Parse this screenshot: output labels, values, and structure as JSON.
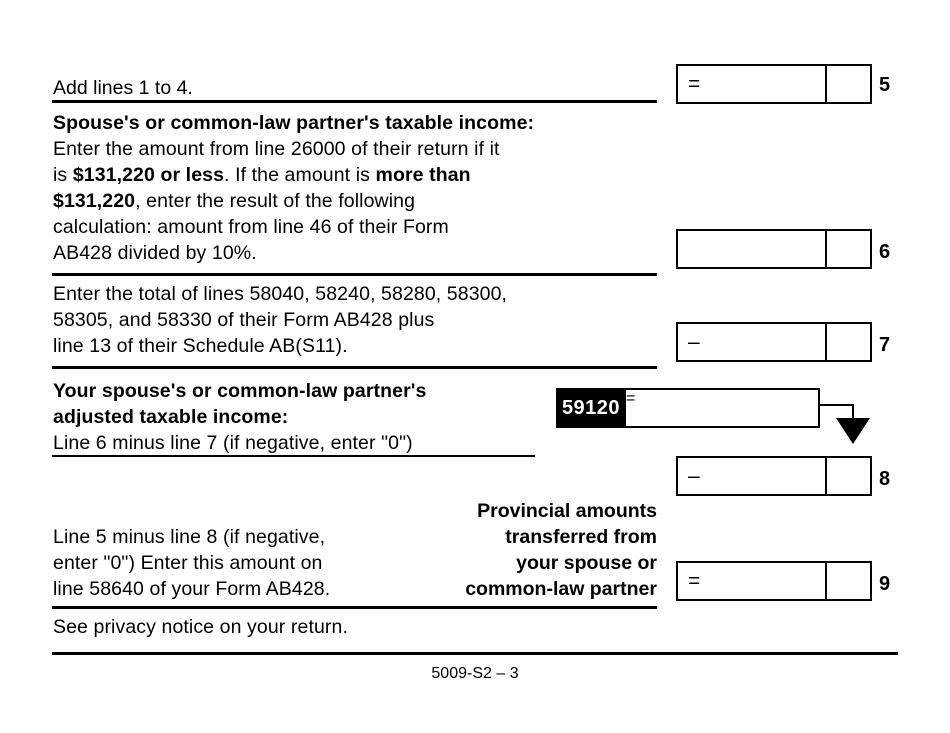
{
  "document": {
    "form_code": "5009-S2 – 3",
    "privacy_notice": "See privacy notice on your return."
  },
  "rows": {
    "line5": {
      "text": "Add lines 1 to 4.",
      "operator": "=",
      "number": "5"
    },
    "line6": {
      "heading": "Spouse's or common-law partner's taxable income:",
      "body_1": "Enter the amount from line 26000 of their return if it",
      "body_2_pre": "is ",
      "body_2_bold": "$131,220 or less",
      "body_2_mid": ". If the amount is ",
      "body_2_bold2": "more than",
      "body_3_bold": "$131,220",
      "body_3_post": ", enter the result of the following",
      "body_4": "calculation: amount from line 46 of their Form",
      "body_5": "AB428 divided by 10%.",
      "operator": "",
      "number": "6"
    },
    "line7": {
      "body_1": "Enter the total of lines 58040, 58240, 58280, 58300,",
      "body_2": "58305, and 58330 of their Form AB428 plus",
      "body_3": "line 13 of their Schedule AB(S11).",
      "operator": "–",
      "number": "7"
    },
    "line59120": {
      "heading_1": "Your spouse's or common-law partner's",
      "heading_2": "adjusted taxable income:",
      "body": "Line 6 minus line 7 (if negative, enter \"0\")",
      "tag": "59120",
      "operator": "="
    },
    "line8": {
      "operator": "–",
      "number": "8"
    },
    "line9": {
      "body_1": "Line 5 minus line 8 (if negative,",
      "body_2": "enter \"0\") Enter this amount on",
      "body_3": "line 58640 of your Form AB428.",
      "side_1": "Provincial amounts",
      "side_2": "transferred from",
      "side_3": "your spouse or",
      "side_4": "common-law partner",
      "operator": "=",
      "number": "9"
    }
  }
}
